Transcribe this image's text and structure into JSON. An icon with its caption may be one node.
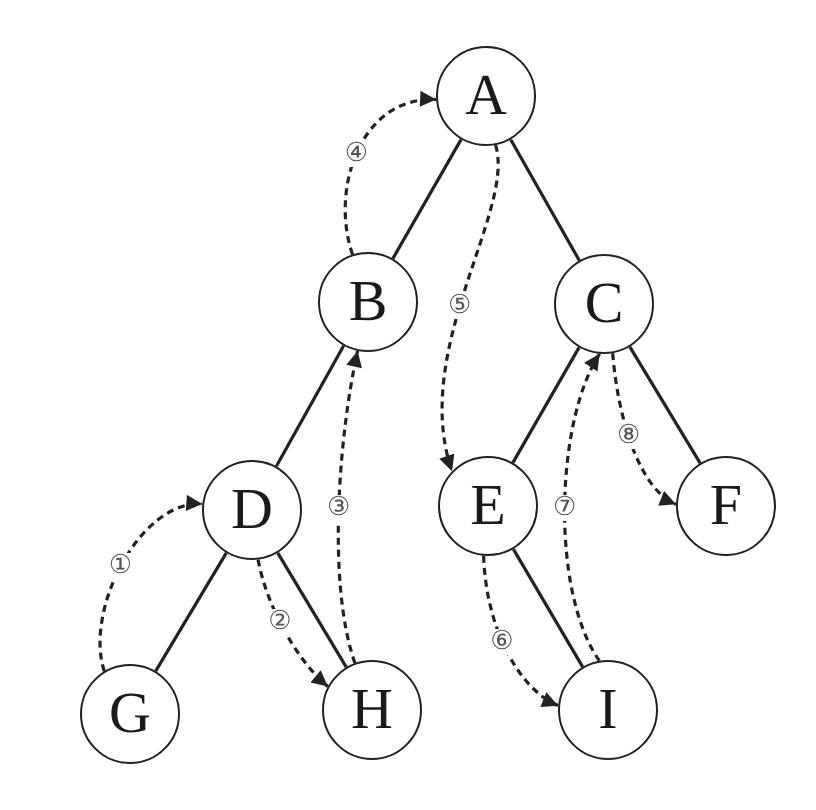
{
  "diagram": {
    "nodes": [
      {
        "text": [
          "A"
        ]
      },
      {
        "text": [
          "B"
        ]
      },
      {
        "text": [
          "C"
        ]
      },
      {
        "text": [
          "D"
        ]
      },
      {
        "text": [
          "E"
        ]
      },
      {
        "text": [
          "F"
        ]
      },
      {
        "text": [
          "G"
        ]
      },
      {
        "text": [
          "H"
        ]
      },
      {
        "text": [
          "I"
        ]
      }
    ],
    "edges": [
      {
        "from": 0,
        "to": 1,
        "arrow": "none"
      },
      {
        "from": 0,
        "to": 2,
        "arrow": "none"
      },
      {
        "from": 1,
        "to": 3,
        "arrow": "none"
      },
      {
        "from": 2,
        "to": 4,
        "arrow": "none"
      },
      {
        "from": 2,
        "to": 5,
        "arrow": "none"
      },
      {
        "from": 3,
        "to": 6,
        "arrow": "none"
      },
      {
        "from": 3,
        "to": 7,
        "arrow": "none"
      },
      {
        "from": 4,
        "to": 8,
        "arrow": "none"
      },
      {
        "from": 6,
        "to": 3,
        "arrow": "to",
        "style": "dashed",
        "label": "①"
      },
      {
        "from": 3,
        "to": 7,
        "arrow": "to",
        "style": "dashed",
        "label": "②"
      },
      {
        "from": 7,
        "to": 1,
        "arrow": "to",
        "style": "dashed",
        "label": "③"
      },
      {
        "from": 1,
        "to": 0,
        "arrow": "to",
        "style": "dashed",
        "label": "④"
      },
      {
        "from": 0,
        "to": 4,
        "arrow": "to",
        "style": "dashed",
        "label": "⑤"
      },
      {
        "from": 4,
        "to": 8,
        "arrow": "to",
        "style": "dashed",
        "label": "⑥"
      },
      {
        "from": 8,
        "to": 2,
        "arrow": "to",
        "style": "dashed",
        "label": "⑦"
      },
      {
        "from": 2,
        "to": 5,
        "arrow": "to",
        "style": "dashed",
        "label": "⑧"
      }
    ]
  }
}
